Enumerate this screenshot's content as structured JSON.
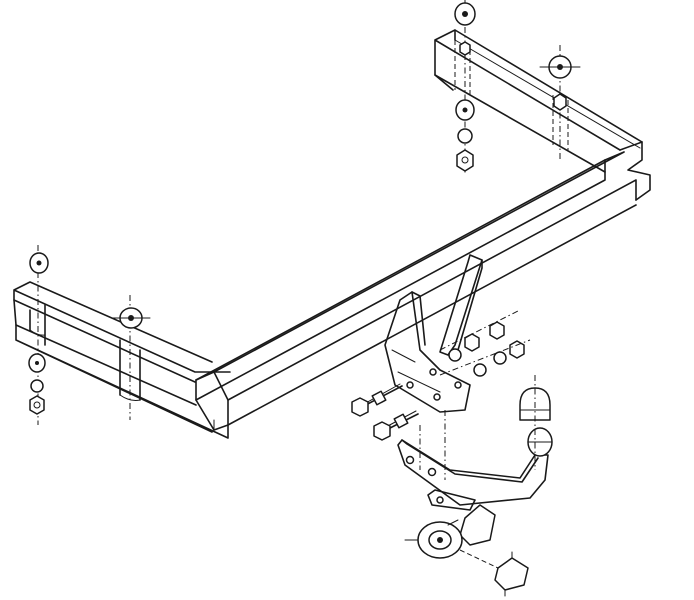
{
  "figure": {
    "type": "exploded-assembly-line-drawing",
    "subject": "tow bar"
  },
  "colors": {
    "background": "#ffffff",
    "ink": "#1a1a1a"
  },
  "parts": [
    {
      "name": "crossbar"
    },
    {
      "name": "left-mounting-bracket"
    },
    {
      "name": "right-mounting-bracket"
    },
    {
      "name": "drop-plate"
    },
    {
      "name": "diagonal-brace"
    },
    {
      "name": "tow-ball-neck"
    },
    {
      "name": "tow-ball"
    },
    {
      "name": "ball-cap"
    },
    {
      "name": "socket-plate"
    },
    {
      "name": "electrical-socket"
    },
    {
      "name": "plug"
    }
  ]
}
